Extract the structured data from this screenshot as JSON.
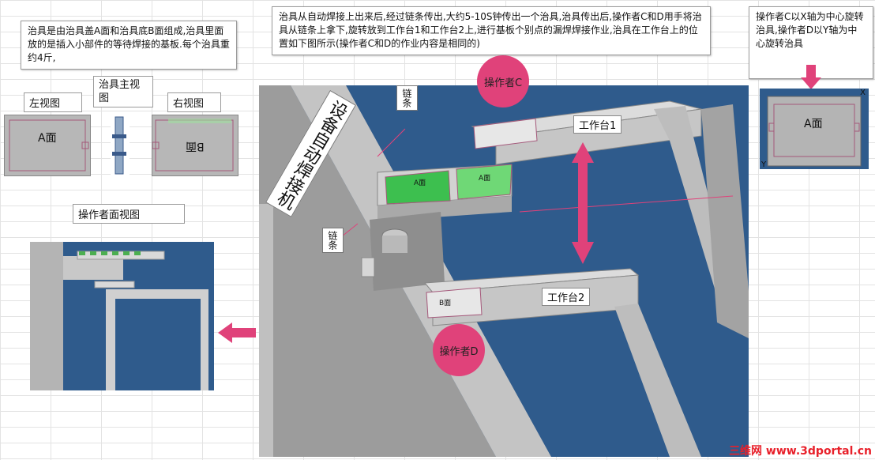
{
  "notes": {
    "fixture_desc": "治具是由治具盖A面和治具底B面组成,治具里面放的是插入小部件的等待焊接的基板.每个治具重约4斤,",
    "process_desc": "治具从自动焊接上出来后,经过链条传出,大约5-10S钟传出一个治具,治具传出后,操作者C和D用手将治具从链条上拿下,旋转放到工作台1和工作台2上,进行基板个别点的漏焊焊接作业,治具在工作台上的位置如下图所示(操作者C和D的作业内容是相同的)",
    "rotation_desc": "操作者C以X轴为中心旋转治具,操作者D以Y轴为中心旋转治具"
  },
  "views": {
    "left": "左视图",
    "main": "治具主视图",
    "right": "右视图",
    "operator_view": "操作者面视图",
    "face_a": "A面",
    "face_b": "B面"
  },
  "scene": {
    "machine": "设备自动焊接机",
    "chain_top": "链条",
    "chain_bottom": "链条",
    "workbench1": "工作台1",
    "workbench2": "工作台2",
    "operator_c": "操作者C",
    "operator_d": "操作者D",
    "fixture_a": "A面",
    "fixture_b": "B面"
  },
  "inset": {
    "face": "A面",
    "axis_x": "X",
    "axis_y": "Y"
  },
  "watermark": "三维网 www.3dportal.cn",
  "colors": {
    "scene_bg": "#2f5b8c",
    "accent": "#e0427a",
    "fixture_green": "#3dbf4f"
  }
}
